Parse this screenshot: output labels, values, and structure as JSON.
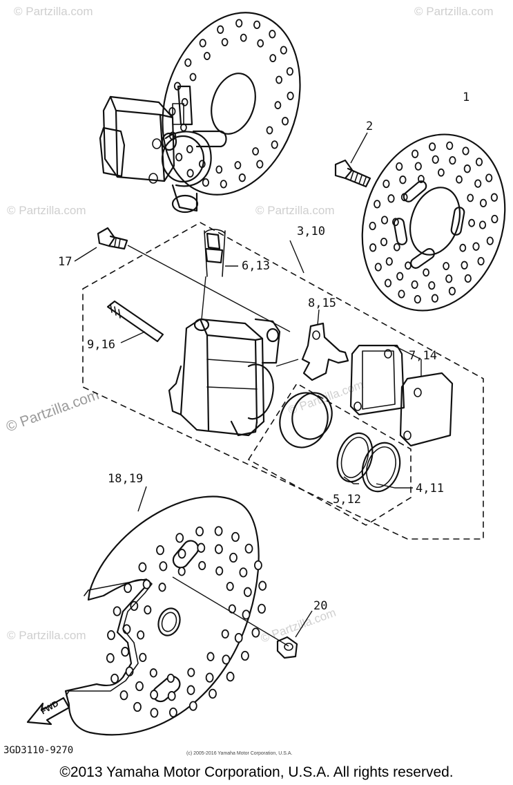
{
  "callouts": {
    "c1": "1",
    "c2": "2",
    "c3_10": "3,10",
    "c6_13": "6,13",
    "c17": "17",
    "c8_15": "8,15",
    "c9_16": "9,16",
    "c7_14": "7,14",
    "c18_19": "18,19",
    "c5_12": "5,12",
    "c4_11": "4,11",
    "c20": "20"
  },
  "watermarks": {
    "wm1": "© Partzilla.com",
    "wm2": "© Partzilla.com",
    "wm3": "© Partzilla.com",
    "wm4": "© Partzilla.com",
    "wm5": "© Partzilla.com",
    "wm6": "© Partzilla.com",
    "wm7": "© Partzilla.com",
    "wm8": "© Partzilla.com"
  },
  "fwd_label": "FWD",
  "diagram_code": "3GD3110-9270",
  "small_copyright": "(c) 2005-2016 Yamaha Motor Corporation, U.S.A.",
  "footer": "©2013 Yamaha Motor Corporation, U.S.A. All rights reserved."
}
